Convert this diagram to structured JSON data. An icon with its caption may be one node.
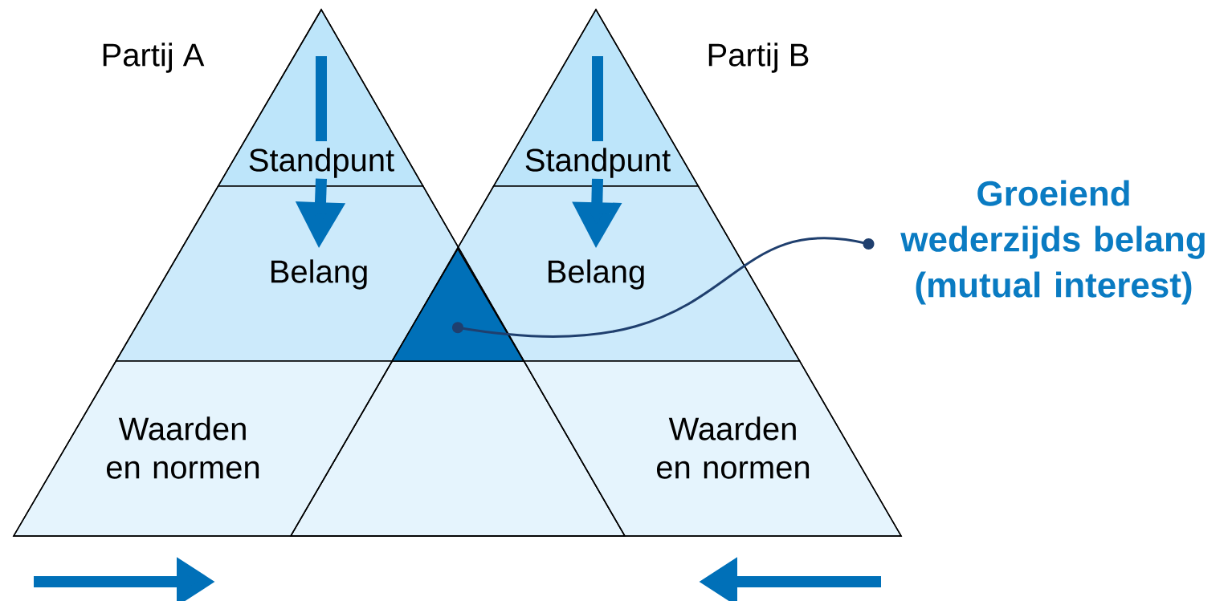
{
  "diagram": {
    "nodes": [
      {
        "text": [
          "Partij A"
        ]
      },
      {
        "text": [
          "Standpunt"
        ],
        "in": 0
      },
      {
        "text": [
          "Belang"
        ],
        "in": 0
      },
      {
        "text": [
          "Waarden en normen"
        ],
        "in": 0
      },
      {
        "text": [
          "Partij B"
        ]
      },
      {
        "text": [
          "Standpunt"
        ],
        "in": 4
      },
      {
        "text": [
          "Belang"
        ],
        "in": 4
      },
      {
        "text": [
          "Waarden en normen"
        ],
        "in": 4
      },
      {
        "text": [],
        "shape": "triangle"
      },
      {
        "text": [
          "Groeiend wederzijds belang (mutual interest)"
        ]
      },
      {
        "text": [],
        "shape": "trapezoid"
      }
    ],
    "edges": [
      {
        "from": 1,
        "to": 2,
        "arrow": "to"
      },
      {
        "from": 5,
        "to": 6,
        "arrow": "to"
      },
      {
        "from": 9,
        "to": 8,
        "arrow": "other",
        "color": "#1f3f6e"
      }
    ]
  }
}
